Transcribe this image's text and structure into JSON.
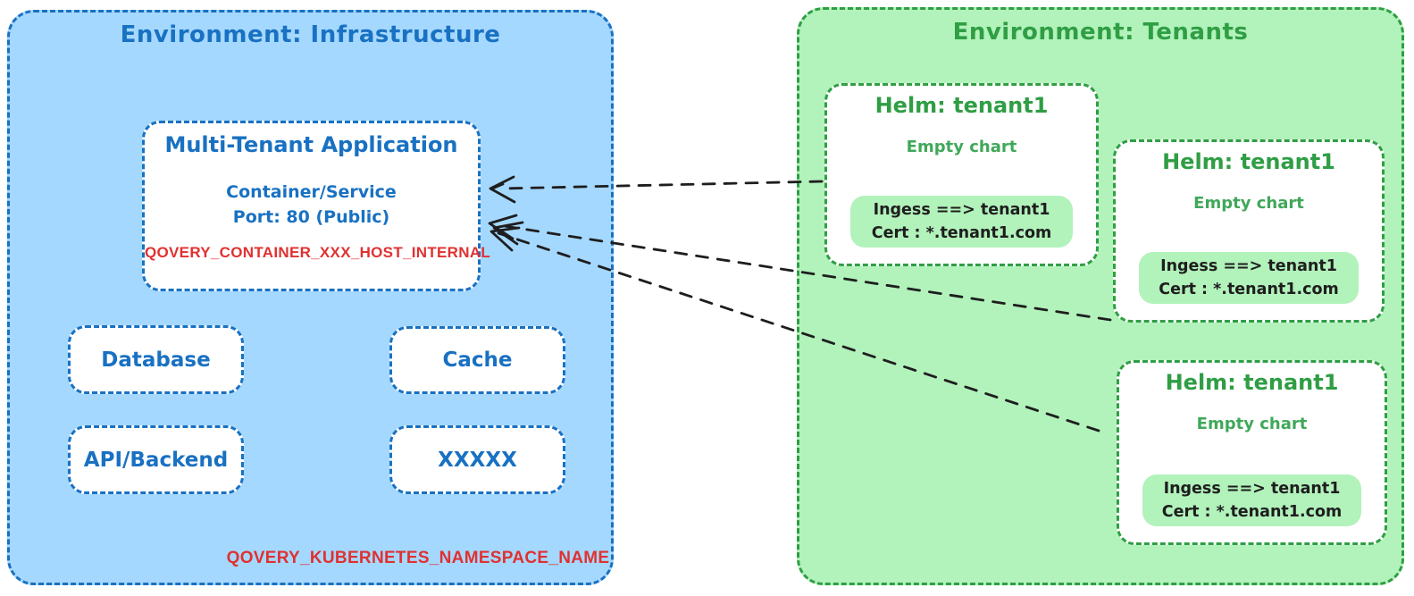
{
  "colors": {
    "blue_stroke": "#1971c2",
    "blue_fill": "#a5d8ff",
    "green_stroke": "#2f9e44",
    "green_fill": "#b2f2bb",
    "red_text": "#e03131",
    "arrow": "#1e1e1e",
    "node_fill": "#ffffff"
  },
  "infrastructure": {
    "title": "Environment: Infrastructure",
    "app": {
      "title": "Multi-Tenant Application",
      "line1": "Container/Service",
      "line2": "Port: 80 (Public)",
      "env_var": "QOVERY_CONTAINER_XXX_HOST_INTERNAL"
    },
    "services": [
      {
        "label": "Database"
      },
      {
        "label": "Cache"
      },
      {
        "label": "API/Backend"
      },
      {
        "label": "XXXXX"
      }
    ],
    "namespace_var": "QOVERY_KUBERNETES_NAMESPACE_NAME"
  },
  "tenants": {
    "title": "Environment: Tenants",
    "helm_charts": [
      {
        "title": "Helm: tenant1",
        "subtitle": "Empty chart",
        "ingress": "Ingess ==> tenant1",
        "cert": "Cert : *.tenant1.com"
      },
      {
        "title": "Helm: tenant1",
        "subtitle": "Empty chart",
        "ingress": "Ingess ==> tenant1",
        "cert": "Cert : *.tenant1.com"
      },
      {
        "title": "Helm: tenant1",
        "subtitle": "Empty chart",
        "ingress": "Ingess ==> tenant1",
        "cert": "Cert : *.tenant1.com"
      }
    ]
  }
}
